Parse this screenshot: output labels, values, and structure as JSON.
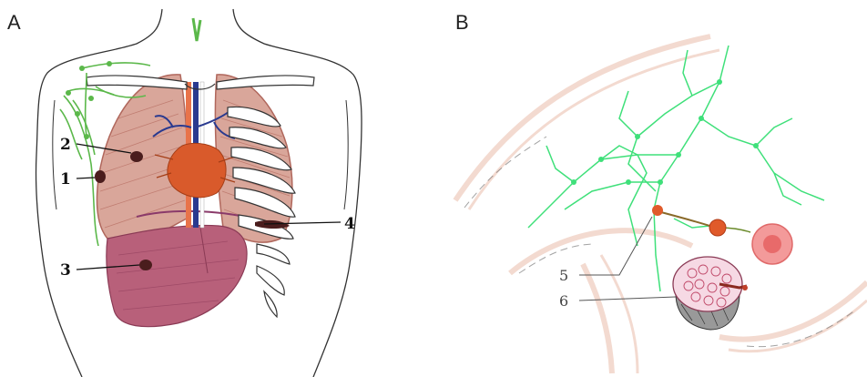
{
  "panels": [
    {
      "letter": "A"
    },
    {
      "letter": "B"
    }
  ],
  "labels": {
    "l1": "1",
    "l2": "2",
    "l3": "3",
    "l4": "4",
    "l5": "5",
    "l6": "6"
  },
  "colors": {
    "lung": "#d9a69a",
    "lung_stroke": "#b0675c",
    "liver": "#b8607a",
    "heart": "#d95a2b",
    "vein": "#2a3a8f",
    "lymph_a": "#5bb84a",
    "lymph_b": "#3fe07a",
    "node": "#e05a2a",
    "lesion": "#4a1d1d",
    "skin": "#f2d7cc"
  }
}
